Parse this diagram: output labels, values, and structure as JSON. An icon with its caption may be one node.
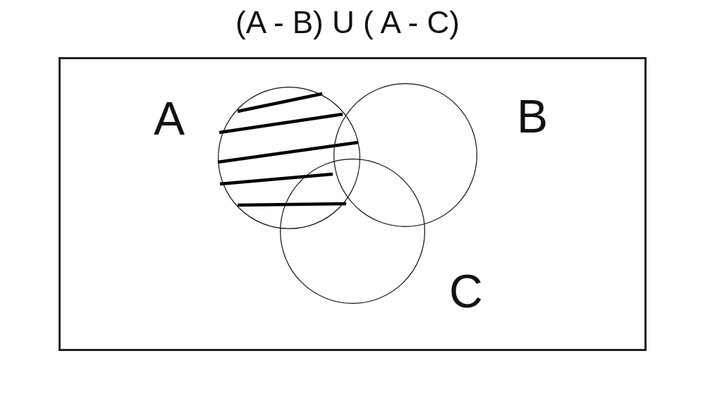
{
  "diagram": {
    "title": "(A - B) U ( A - C)",
    "nodes": [
      {
        "text": [],
        "shape": "box"
      },
      {
        "text": [
          "A"
        ],
        "in": 0
      },
      {
        "text": [
          "B"
        ],
        "in": 0
      },
      {
        "text": [
          "C"
        ],
        "in": 0
      }
    ]
  }
}
